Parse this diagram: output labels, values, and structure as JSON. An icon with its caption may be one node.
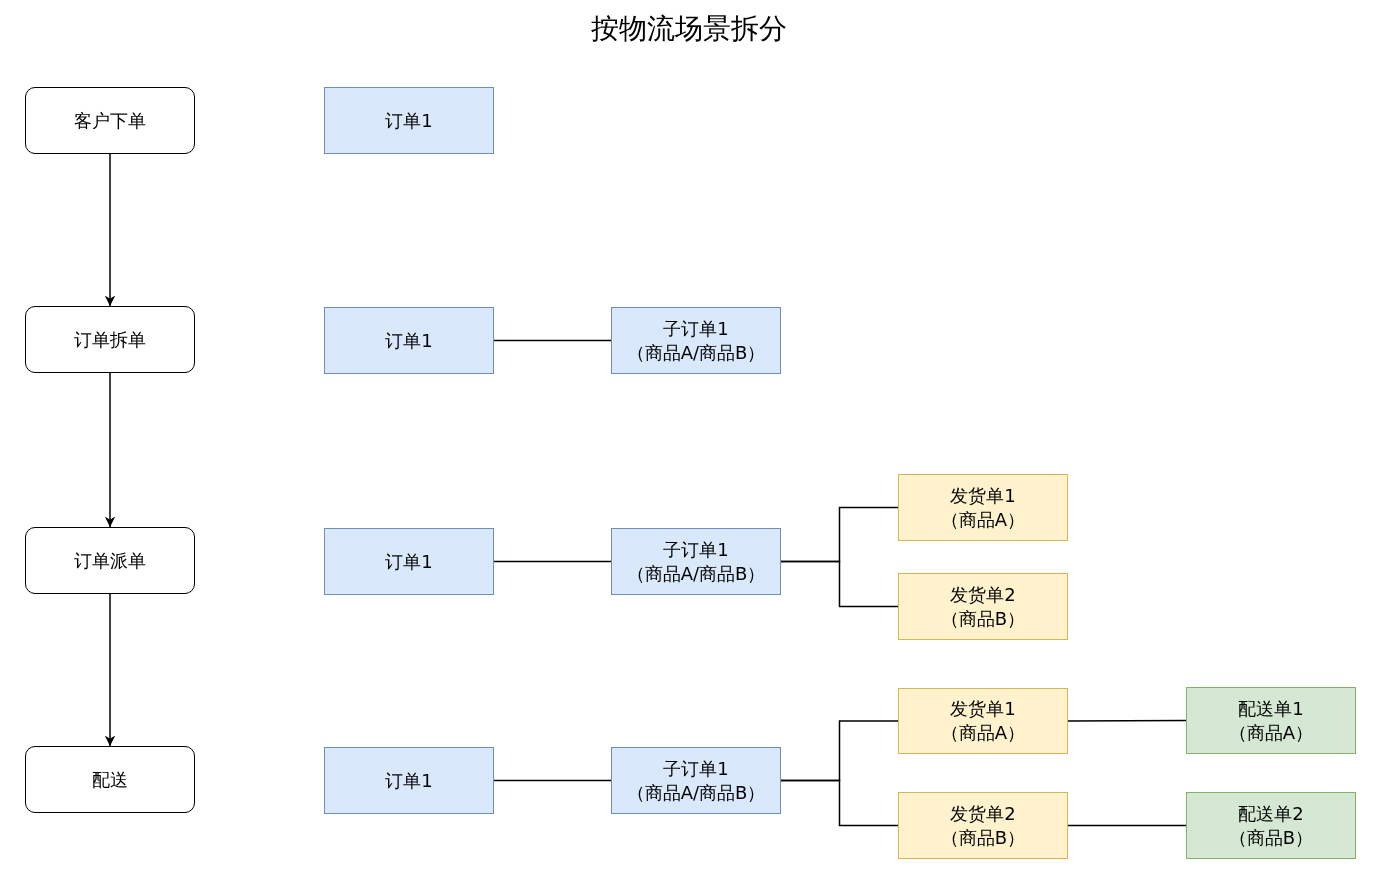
{
  "diagram": {
    "title": "按物流场景拆分",
    "nodes": [
      {
        "text": [
          "客户下单"
        ]
      },
      {
        "text": [
          "订单拆单"
        ]
      },
      {
        "text": [
          "订单派单"
        ]
      },
      {
        "text": [
          "配送"
        ]
      },
      {
        "text": [
          "订单1"
        ]
      },
      {
        "text": [
          "订单1"
        ]
      },
      {
        "text": [
          "子订单1",
          "（商品A/商品B）"
        ]
      },
      {
        "text": [
          "订单1"
        ]
      },
      {
        "text": [
          "子订单1",
          "（商品A/商品B）"
        ]
      },
      {
        "text": [
          "发货单1",
          "（商品A）"
        ]
      },
      {
        "text": [
          "发货单2",
          "（商品B）"
        ]
      },
      {
        "text": [
          "订单1"
        ]
      },
      {
        "text": [
          "子订单1",
          "（商品A/商品B）"
        ]
      },
      {
        "text": [
          "发货单1",
          "（商品A）"
        ]
      },
      {
        "text": [
          "配送单1",
          "（商品A）"
        ]
      },
      {
        "text": [
          "发货单2",
          "（商品B）"
        ]
      },
      {
        "text": [
          "配送单2",
          "（商品B）"
        ]
      }
    ],
    "edges": [
      {
        "from": 0,
        "to": 1,
        "arrow": "to"
      },
      {
        "from": 1,
        "to": 2,
        "arrow": "to"
      },
      {
        "from": 2,
        "to": 3,
        "arrow": "to"
      },
      {
        "from": 5,
        "to": 6,
        "arrow": "none"
      },
      {
        "from": 7,
        "to": 8,
        "arrow": "none"
      },
      {
        "from": 8,
        "to": 9,
        "arrow": "none"
      },
      {
        "from": 8,
        "to": 10,
        "arrow": "none"
      },
      {
        "from": 11,
        "to": 12,
        "arrow": "none"
      },
      {
        "from": 12,
        "to": 13,
        "arrow": "none"
      },
      {
        "from": 12,
        "to": 15,
        "arrow": "none"
      },
      {
        "from": 13,
        "to": 14,
        "arrow": "none"
      },
      {
        "from": 15,
        "to": 16,
        "arrow": "none"
      }
    ]
  }
}
